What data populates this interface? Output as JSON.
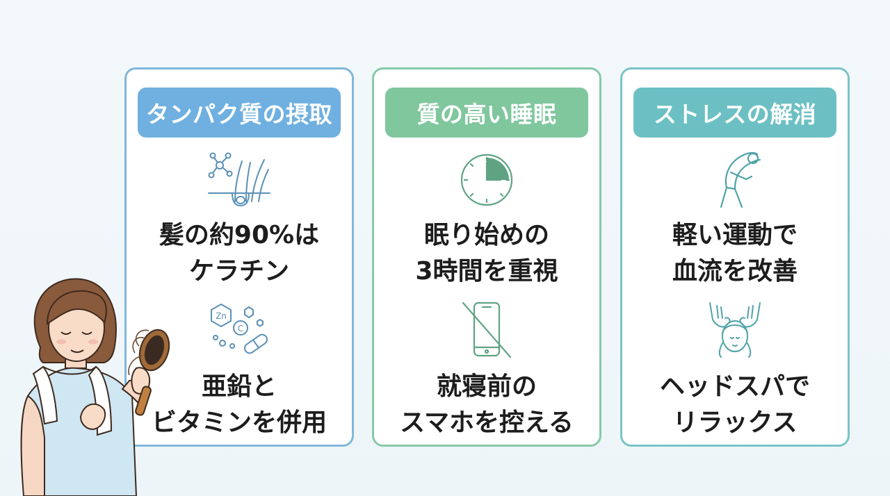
{
  "cards": [
    {
      "title": "タンパク質の摂取",
      "tips": [
        {
          "icon": "keratin-hair-molecule-icon",
          "line1": "髪の約90%は",
          "line2": "ケラチン"
        },
        {
          "icon": "zinc-vitamin-capsule-icon",
          "line1": "亜鉛と",
          "line2": "ビタミンを併用"
        }
      ],
      "icon_label": "Zn",
      "icon_label2": "C"
    },
    {
      "title": "質の高い睡眠",
      "tips": [
        {
          "icon": "clock-icon",
          "line1": "眠り始めの",
          "line2": "3時間を重視"
        },
        {
          "icon": "no-smartphone-icon",
          "line1": "就寝前の",
          "line2": "スマホを控える"
        }
      ]
    },
    {
      "title": "ストレスの解消",
      "tips": [
        {
          "icon": "stretching-person-icon",
          "line1": "軽い運動で",
          "line2": "血流を改善"
        },
        {
          "icon": "head-spa-massage-icon",
          "line1": "ヘッドスパで",
          "line2": "リラックス"
        }
      ]
    }
  ],
  "colors": {
    "card1": "#7fb7dc",
    "card2": "#86c9a8",
    "card3": "#7ac3c8",
    "icon1": "#5a90b6",
    "icon2": "#5fa383",
    "icon3": "#4fa3a8"
  },
  "illustration": "woman-with-hairbrush-illustration"
}
